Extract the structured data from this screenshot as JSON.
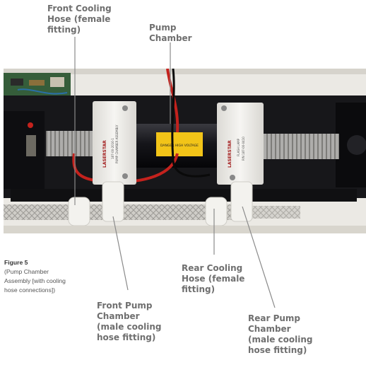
{
  "labels": {
    "front_cooling_hose": [
      "Front Cooling",
      "Hose (female",
      "fitting)"
    ],
    "pump_chamber": [
      "Pump",
      "Chamber"
    ],
    "rear_cooling_hose": [
      "Rear Cooling",
      "Hose (female",
      "fitting)"
    ],
    "front_pump_chamber": [
      "Front Pump",
      "Chamber",
      "(male cooling",
      "hose fitting)"
    ],
    "rear_pump_chamber": [
      "Rear Pump",
      "Chamber",
      "(male cooling",
      "hose fitting)"
    ]
  },
  "figure": {
    "title": "Figure 5",
    "caption": [
      "(Pump Chamber",
      "Assembly [with cooling",
      "hose connections])"
    ]
  },
  "photo_labels": {
    "left_block": "LASERSTAR",
    "right_block": "LASERSTAR",
    "right_text": [
      "FLASH LAMP",
      "P/N 187-00-0410"
    ],
    "left_text": [
      "187-00-2016-1",
      "PUMP CHAMBER ASSEMBLY"
    ],
    "yellow_label": "DANGER HIGH VOLTAGE"
  },
  "colors": {
    "label_text": "#6f6f6f",
    "leader_line": "#8a8a8a",
    "photo_bg": "#ebe9e4",
    "chassis": "#17171a",
    "blocks": "#f1f0ec",
    "hose": "#d8d6d2",
    "wire_red": "#c4221d",
    "warning_yellow": "#f2c418"
  }
}
